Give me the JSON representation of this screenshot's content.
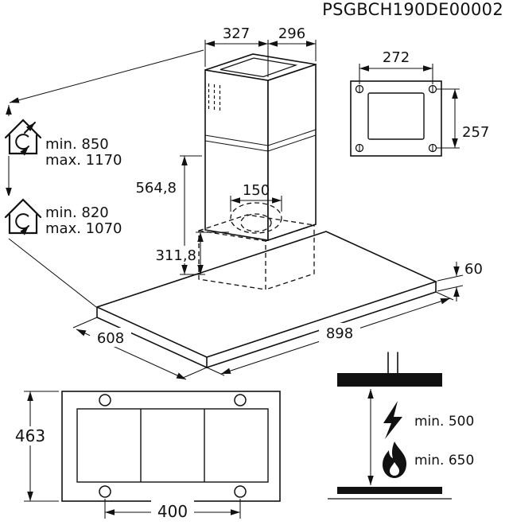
{
  "colors": {
    "line": "#111111",
    "background": "#ffffff"
  },
  "header": {
    "product_code": "PSGBCH190DE00002"
  },
  "isometric": {
    "dims": {
      "top_width": "327",
      "top_depth": "296",
      "chimney_height": "564,8",
      "duct_diameter": "150",
      "body_height": "311,8",
      "base_depth": "608",
      "base_width": "898",
      "base_thickness": "60"
    }
  },
  "ceiling_bracket": {
    "dims": {
      "width": "272",
      "height": "257"
    }
  },
  "install_heights": {
    "exhaust": {
      "icon": "house-exhaust-icon",
      "min": "min. 850",
      "max": "max. 1170"
    },
    "recirculation": {
      "icon": "house-recirculation-icon",
      "min": "min. 820",
      "max": "max. 1070"
    }
  },
  "mounting_plate": {
    "dims": {
      "height": "463",
      "hole_spacing": "400"
    }
  },
  "clearances": {
    "electric": {
      "icon": "lightning-icon",
      "value": "min. 500"
    },
    "gas": {
      "icon": "flame-icon",
      "value": "min. 650"
    }
  }
}
